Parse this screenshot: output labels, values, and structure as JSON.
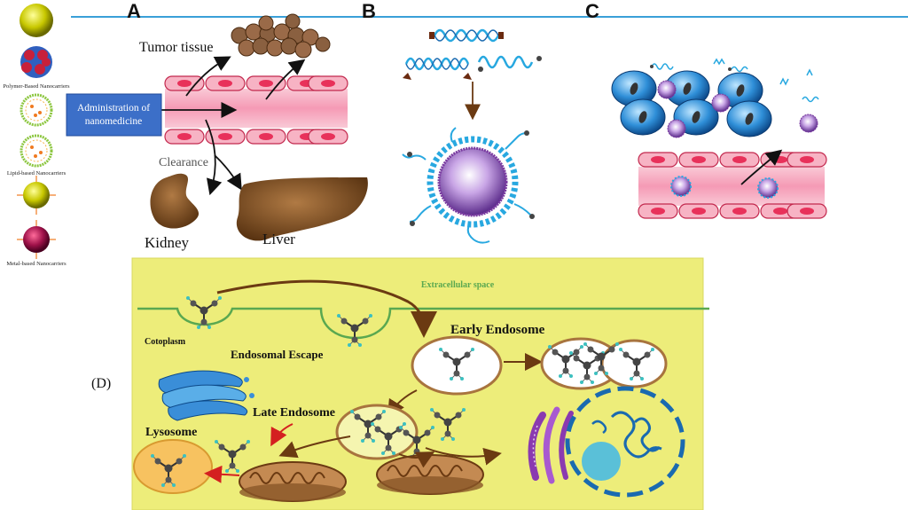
{
  "panels": {
    "a": "A",
    "b": "B",
    "c": "C",
    "d": "(D)"
  },
  "legend": {
    "polymer": "Polymer-Based Nanocarriers",
    "lipid": "Lipid-based Nanocarriers",
    "metal": "Metal-based Nanocarriers"
  },
  "panel_a": {
    "tumor": "Tumor tissue",
    "admin_line1": "Administration of",
    "admin_line2": "nanomedicine",
    "clearance": "Clearance",
    "kidney": "Kidney",
    "liver": "Liver"
  },
  "panel_d": {
    "extracellular": "Extracellular space",
    "cytoplasm": "Cotoplasm",
    "endosomal_escape": "Endosomal Escape",
    "early_endosome": "Early Endosome",
    "late_endosome": "Late Endosome",
    "lysosome": "Lysosome"
  },
  "colors": {
    "rule": "#3aa0d8",
    "vessel": "#f4b6c6",
    "vessel_cell": "#e8315a",
    "panel_d_bg": "#eded7a",
    "membrane": "#5aa850",
    "organ": "#7a4a22",
    "admin_box": "#3c6fc8"
  }
}
